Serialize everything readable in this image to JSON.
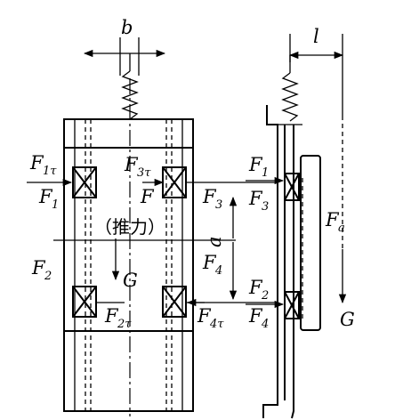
{
  "figure": {
    "labels": {
      "b": "b",
      "l": "l",
      "a": "a",
      "F1tau_main": "F",
      "F1tau_sub": "1τ",
      "F1_left_main": "F",
      "F1_left_sub": "1",
      "F3tau_main": "F",
      "F3tau_sub": "3τ",
      "F_center": "F",
      "F3_main": "F",
      "F3_sub": "3",
      "thrust": "（推力）",
      "G_center": "G",
      "F2_left_main": "F",
      "F2_left_sub": "2",
      "F2tau_main": "F",
      "F2tau_sub": "2τ",
      "F4_main": "F",
      "F4_sub": "4",
      "F4tau_main": "F",
      "F4tau_sub": "4τ",
      "R_F1_main": "F",
      "R_F1_sub": "1",
      "R_F3_main": "F",
      "R_F3_sub": "3",
      "R_Fa_main": "F",
      "R_Fa_sub": "a",
      "R_F2_main": "F",
      "R_F2_sub": "2",
      "R_F4_main": "F",
      "R_F4_sub": "4",
      "R_G": "G"
    }
  }
}
